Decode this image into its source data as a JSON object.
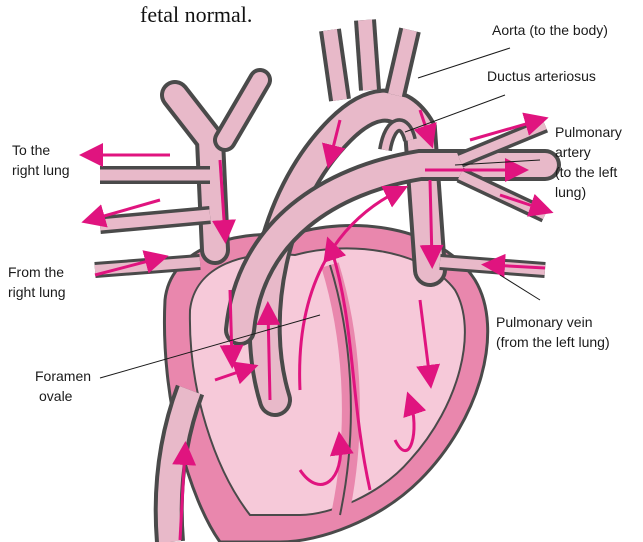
{
  "caption": "fetal normal.",
  "labels": {
    "aorta": "Aorta (to the body)",
    "ductus": "Ductus arteriosus",
    "pulm_artery": [
      "Pulmonary",
      "artery",
      "(to the left",
      "lung)"
    ],
    "to_right_lung": [
      "To the",
      "right lung"
    ],
    "from_right_lung": [
      "From the",
      "right lung"
    ],
    "pulm_vein": [
      "Pulmonary vein",
      "(from the left lung)"
    ],
    "foramen": [
      "Foramen",
      "ovale"
    ]
  },
  "colors": {
    "vessel_outline": "#4a4a4a",
    "vessel_fill": "#e8b9c9",
    "heart_outer": "#e987ad",
    "heart_inner": "#f6c9d9",
    "arrow": "#e0147f"
  }
}
